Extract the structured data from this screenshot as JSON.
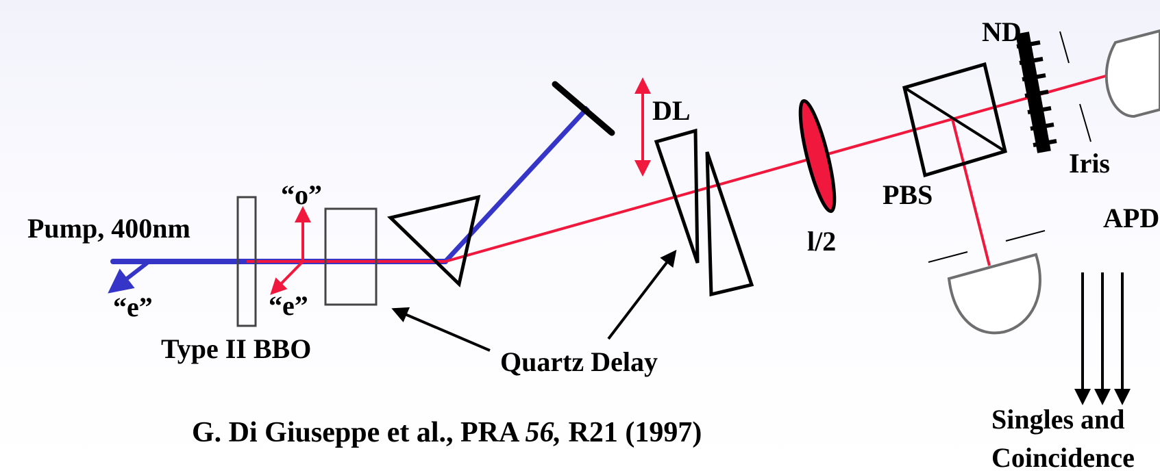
{
  "labels": {
    "pump": "Pump, 400nm",
    "e_left": "“e”",
    "o_label": "“o”",
    "e_center": "“e”",
    "bbo": "Type II BBO",
    "quartz": "Quartz Delay",
    "dl": "DL",
    "halfwave_sym": "l",
    "halfwave_frac": "/2",
    "pbs": "PBS",
    "nd": "ND",
    "iris": "Iris",
    "apd": "APD",
    "singles_line1": "Singles and",
    "singles_line2": "Coincidence"
  },
  "citation": {
    "prefix": "G. Di Giuseppe et al., PRA ",
    "volume": "56,",
    "suffix": " R21 (1997)"
  },
  "colors": {
    "pump_beam": "#3535c8",
    "signal_beam": "#f0183c",
    "outline": "#000000",
    "detector_stroke": "#6e6e6e"
  }
}
